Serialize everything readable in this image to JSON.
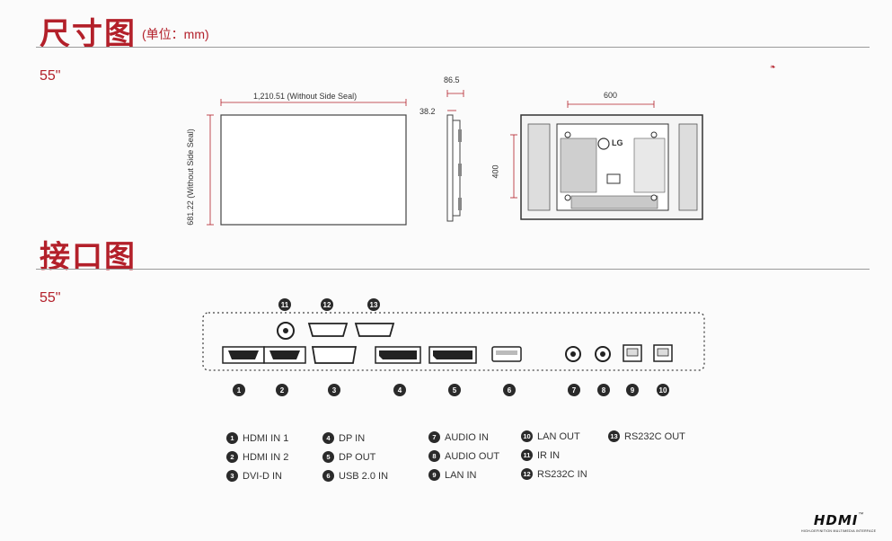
{
  "dimensions": {
    "title": "尺寸图",
    "unit": "(单位：mm)",
    "size_label": "55\"",
    "mark": "❧",
    "front": {
      "width_label": "1,210.51 (Without Side Seal)",
      "height_label": "681.22 (Without Side Seal)"
    },
    "side": {
      "depth_label": "86.5",
      "thin_label": "38.2"
    },
    "rear": {
      "vesa_h": "600",
      "vesa_v": "400",
      "brand": "LG"
    }
  },
  "interface": {
    "title": "接口图",
    "size_label": "55\"",
    "ports": [
      {
        "id": "1",
        "type": "hdmi"
      },
      {
        "id": "2",
        "type": "hdmi"
      },
      {
        "id": "3",
        "type": "dvi"
      },
      {
        "id": "4",
        "type": "dp"
      },
      {
        "id": "5",
        "type": "dp"
      },
      {
        "id": "6",
        "type": "usb"
      },
      {
        "id": "7",
        "type": "audio"
      },
      {
        "id": "8",
        "type": "audio"
      },
      {
        "id": "9",
        "type": "lan"
      },
      {
        "id": "10",
        "type": "lan"
      },
      {
        "id": "11",
        "type": "ir"
      },
      {
        "id": "12",
        "type": "rs232"
      },
      {
        "id": "13",
        "type": "rs232"
      }
    ],
    "legend": [
      {
        "n": "1",
        "label": "HDMI IN 1"
      },
      {
        "n": "2",
        "label": "HDMI IN 2"
      },
      {
        "n": "3",
        "label": "DVI-D IN"
      },
      {
        "n": "4",
        "label": "DP IN"
      },
      {
        "n": "5",
        "label": "DP OUT"
      },
      {
        "n": "6",
        "label": "USB 2.0 IN"
      },
      {
        "n": "7",
        "label": "AUDIO IN"
      },
      {
        "n": "8",
        "label": "AUDIO OUT"
      },
      {
        "n": "9",
        "label": "LAN IN"
      },
      {
        "n": "10",
        "label": "LAN OUT"
      },
      {
        "n": "11",
        "label": "IR IN"
      },
      {
        "n": "12",
        "label": "RS232C IN"
      },
      {
        "n": "13",
        "label": "RS232C OUT"
      }
    ]
  },
  "footer": {
    "logo": "HDMI",
    "logo_tm": "™",
    "logo_sub": "HIGH-DEFINITION MULTIMEDIA INTERFACE"
  }
}
